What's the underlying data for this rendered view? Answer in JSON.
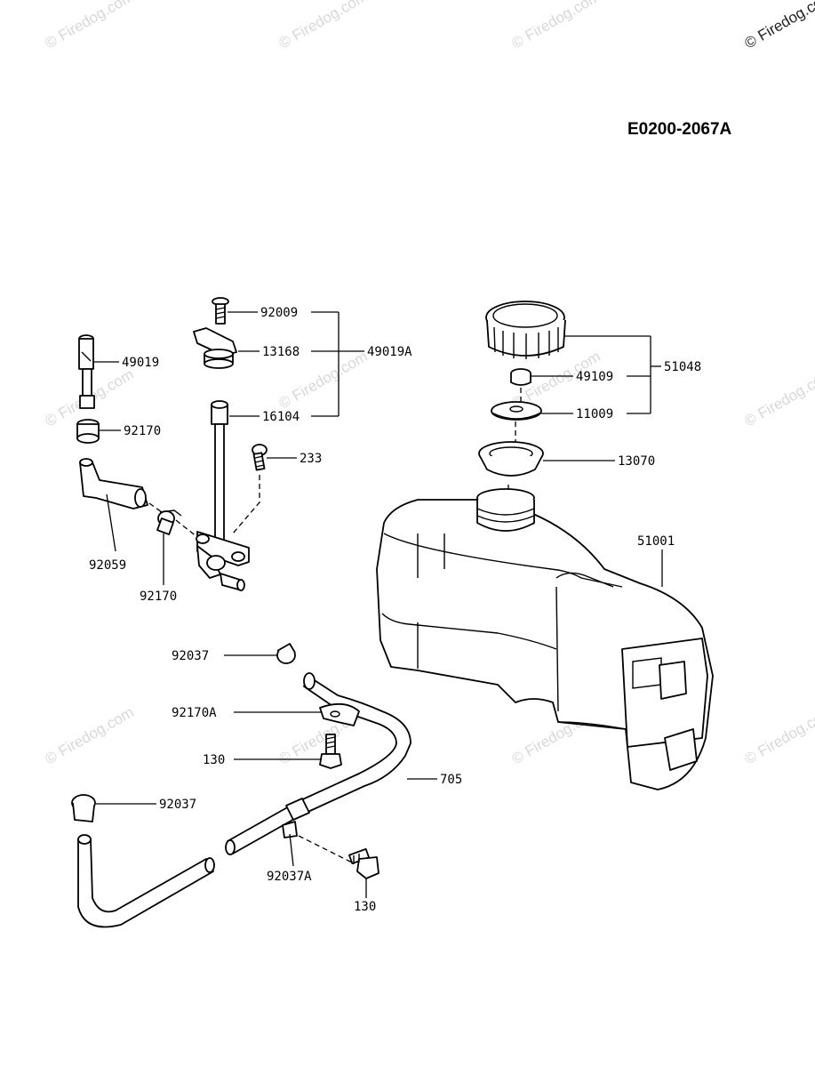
{
  "diagram_code": "E0200-2067A",
  "watermark": "© Firedog.com",
  "parts": {
    "p92009": "92009",
    "p13168": "13168",
    "p49019A": "49019A",
    "p16104": "16104",
    "p233": "233",
    "p49019": "49019",
    "p92170_top": "92170",
    "p92059": "92059",
    "p92170_bottom": "92170",
    "p51048": "51048",
    "p49109": "49109",
    "p11009": "11009",
    "p13070": "13070",
    "p51001": "51001",
    "p92037_top": "92037",
    "p92170A": "92170A",
    "p130_top": "130",
    "p705": "705",
    "p92037_left": "92037",
    "p92037A": "92037A",
    "p130_bottom": "130"
  }
}
